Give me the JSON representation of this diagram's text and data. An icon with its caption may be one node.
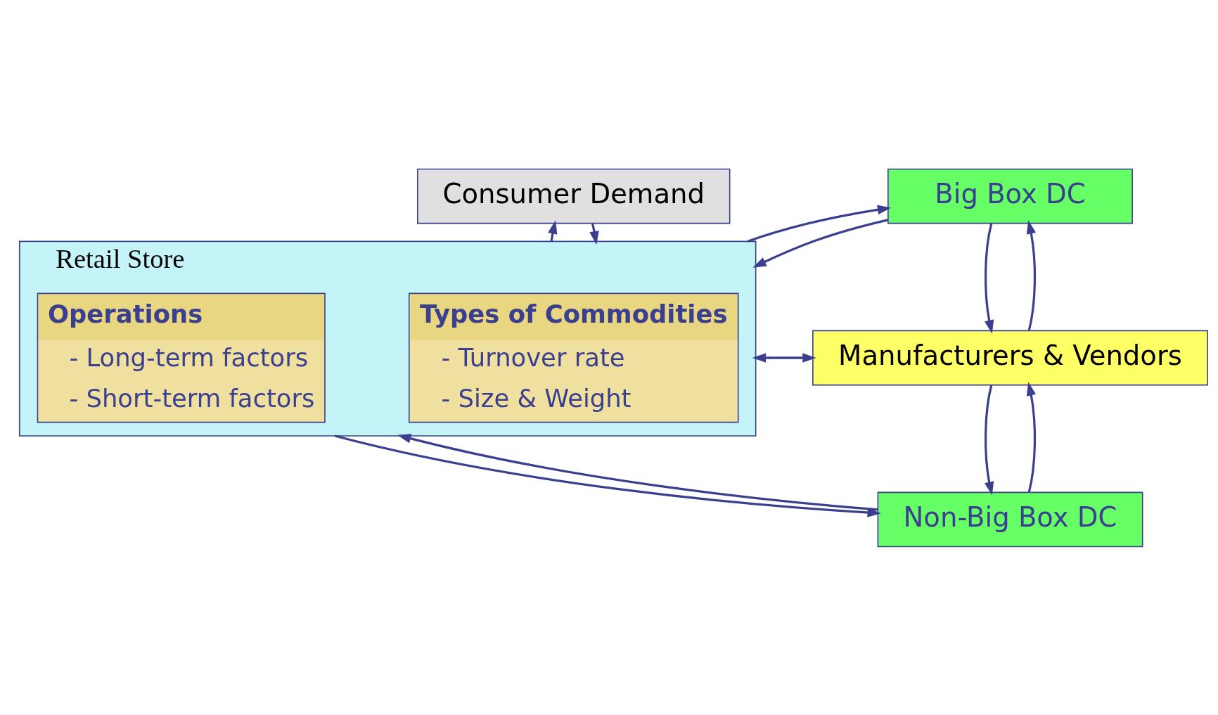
{
  "diagram": {
    "nodes": [
      {
        "text": [
          "Consumer Demand"
        ]
      },
      {
        "text": [
          "Retail Store"
        ]
      },
      {
        "text": [
          "Types of Commodities",
          "- Turnover rate",
          "- Size & Weight"
        ],
        "in": 1
      },
      {
        "text": [
          "Operations",
          "- Long-term factors",
          "- Short-term factors"
        ],
        "in": 1
      },
      {
        "text": [
          "Big Box DC"
        ]
      },
      {
        "text": [
          "Non-Big Box DC"
        ]
      },
      {
        "text": [
          "Manufacturers & Vendors"
        ]
      }
    ],
    "edges": [
      {
        "from": 0,
        "to": 1,
        "arrow": "to"
      },
      {
        "from": 1,
        "to": 0,
        "arrow": "to"
      },
      {
        "from": 1,
        "to": 4,
        "arrow": "to"
      },
      {
        "from": 4,
        "to": 1,
        "arrow": "to"
      },
      {
        "from": 1,
        "to": 6,
        "arrow": "to"
      },
      {
        "from": 6,
        "to": 1,
        "arrow": "to"
      },
      {
        "from": 1,
        "to": 5,
        "arrow": "to"
      },
      {
        "from": 5,
        "to": 1,
        "arrow": "to"
      },
      {
        "from": 4,
        "to": 6,
        "arrow": "to"
      },
      {
        "from": 6,
        "to": 4,
        "arrow": "to"
      },
      {
        "from": 5,
        "to": 6,
        "arrow": "to"
      },
      {
        "from": 6,
        "to": 5,
        "arrow": "to"
      }
    ]
  }
}
